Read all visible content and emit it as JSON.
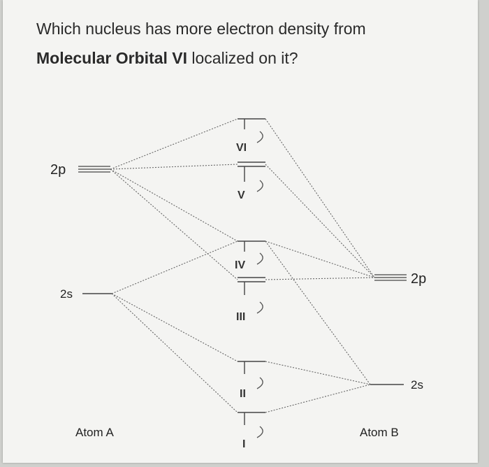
{
  "question": {
    "line1": "Which nucleus has more electron density from",
    "line2_bold": "Molecular Orbital VI",
    "line2_rest": " localized on it?"
  },
  "diagram": {
    "atom_a": {
      "name": "Atom A",
      "levels": [
        "2p",
        "2s"
      ]
    },
    "atom_b": {
      "name": "Atom B",
      "levels": [
        "2p",
        "2s"
      ]
    },
    "molecular_orbitals": [
      "I",
      "II",
      "III",
      "IV",
      "V",
      "VI"
    ],
    "line_color": "#444444",
    "dotted_color": "#666666"
  }
}
